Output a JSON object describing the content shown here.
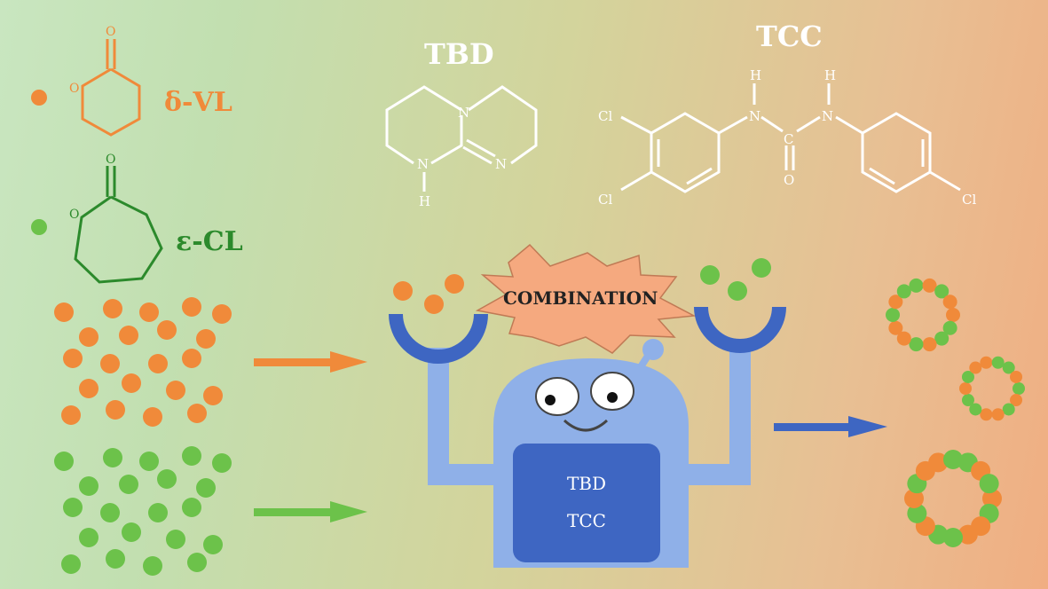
{
  "monomers": {
    "vl": {
      "label": "δ-VL",
      "ring_o": "O",
      "carbonyl_o": "O",
      "color": "#f08a3a"
    },
    "cl": {
      "label": "ε-CL",
      "ring_o": "O",
      "carbonyl_o": "O",
      "color": "#2c8a2c"
    }
  },
  "catalysts": {
    "tbd": {
      "label": "TBD",
      "n_top": "N",
      "n_right": "N",
      "n_left": "N",
      "h": "H"
    },
    "tcc": {
      "label": "TCC",
      "cl1": "Cl",
      "cl2": "Cl",
      "cl3": "Cl",
      "n1": "N",
      "n2": "N",
      "h1": "H",
      "h2": "H",
      "c": "C",
      "o": "O"
    }
  },
  "combination_label": "COMBINATION",
  "robot": {
    "screen_line1": "TBD",
    "screen_line2": "TCC"
  },
  "colors": {
    "orange": "#f08a3a",
    "green": "#6cc24a",
    "robot_body": "#8fb0e8",
    "robot_dark": "#3e66c2",
    "arrow_orange": "#f08a3a",
    "arrow_green": "#6cc24a",
    "arrow_blue": "#3e66c2",
    "star": "#f5a97f"
  }
}
